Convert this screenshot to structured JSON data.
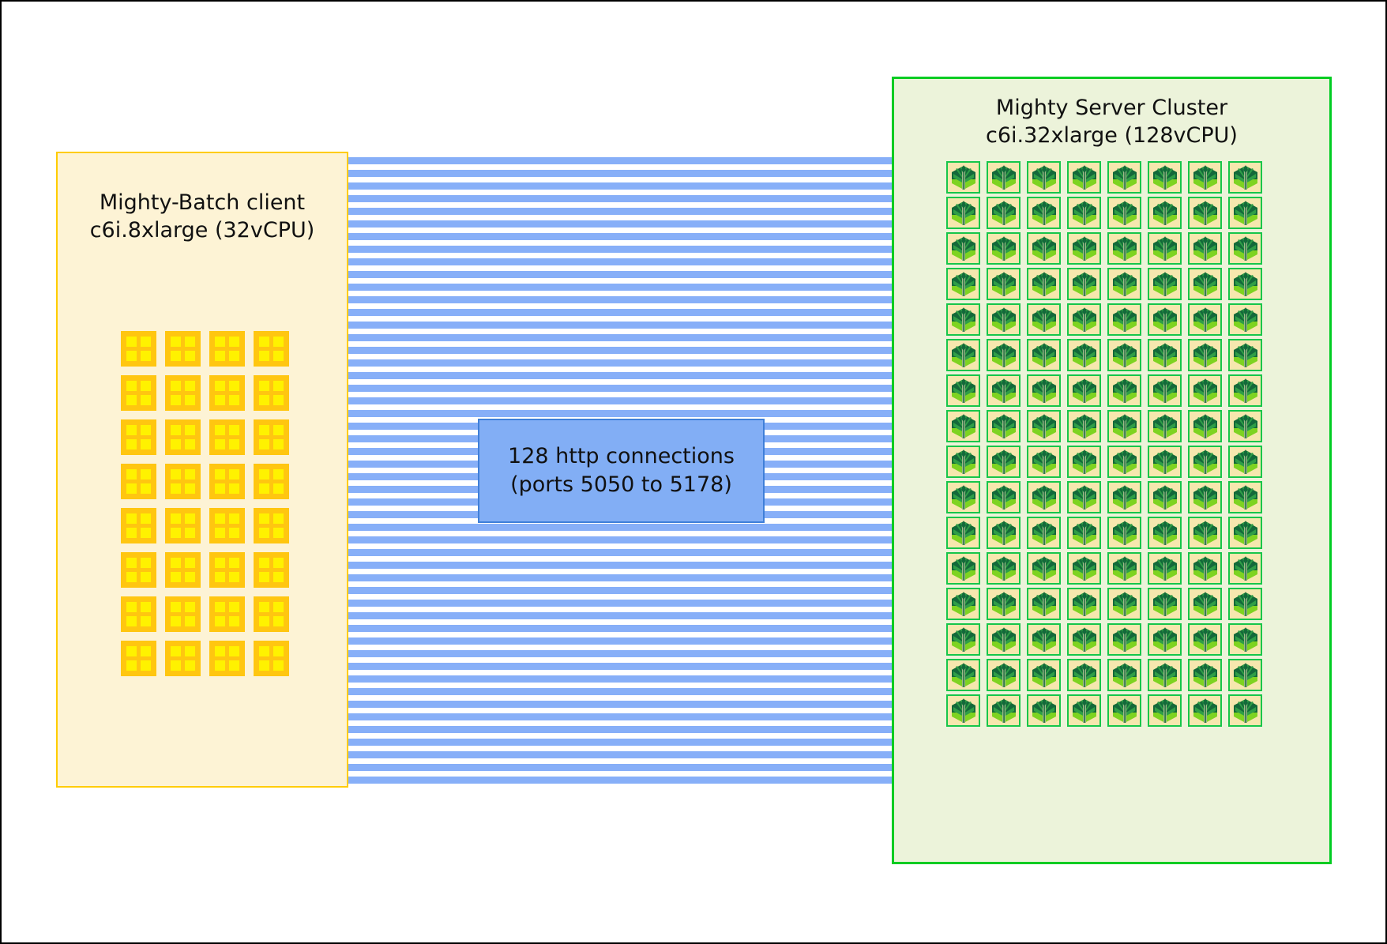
{
  "diagram": {
    "title_visible": false,
    "background": "#ffffff",
    "border_color": "#000000"
  },
  "client_panel": {
    "title_line1": "Mighty-Batch client",
    "title_line2": "c6i.8xlarge (32vCPU)",
    "fill_color": "#fdf3d5",
    "border_color": "#ffcc00",
    "icon_name": "cpu-icon",
    "icon_count": 32,
    "grid_columns": 4,
    "grid_rows": 8,
    "icon_color": "#ffc610",
    "icon_inner_color": "#fff200"
  },
  "connection": {
    "label_line1": "128 http connections",
    "label_line2": "(ports 5050 to 5178)",
    "box_fill": "#82aef5",
    "box_border": "#3f7fd8",
    "stripe_color": "#87aff8",
    "stripe_gap_color": "#ffffff",
    "connection_count": 128,
    "port_start": 5050,
    "port_end": 5178
  },
  "server_panel": {
    "title_line1": "Mighty Server Cluster",
    "title_line2": "c6i.32xlarge (128vCPU)",
    "fill_color": "#ecf3da",
    "border_color": "#00cc22",
    "icon_name": "tree-server-icon",
    "icon_count": 128,
    "grid_columns": 8,
    "grid_rows": 16,
    "icon_tile_fill": "#f6e7ae",
    "icon_tile_border": "#17c64a",
    "tree_dark_green": "#14693a",
    "tree_mid_green": "#2f9e47",
    "tree_light_green": "#7ed321"
  }
}
